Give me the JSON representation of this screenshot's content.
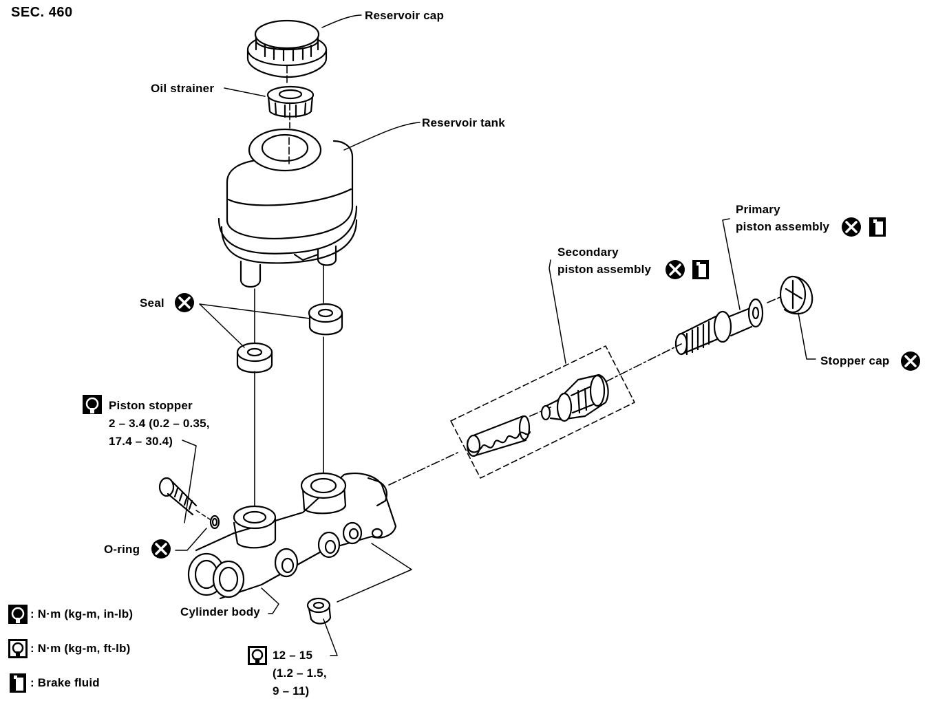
{
  "section": "SEC. 460",
  "parts": {
    "reservoir_cap": "Reservoir cap",
    "oil_strainer": "Oil strainer",
    "reservoir_tank": "Reservoir tank",
    "seal": "Seal",
    "piston_stopper": "Piston stopper",
    "piston_stopper_torque_1": "2 – 3.4 (0.2 – 0.35,",
    "piston_stopper_torque_2": "17.4 – 30.4)",
    "o_ring": "O-ring",
    "cylinder_body": "Cylinder body",
    "secondary_piston_1": "Secondary",
    "secondary_piston_2": "piston assembly",
    "primary_piston_1": "Primary",
    "primary_piston_2": "piston assembly",
    "stopper_cap": "Stopper cap",
    "nut_torque_1": "12 – 15",
    "nut_torque_2": "(1.2 – 1.5,",
    "nut_torque_3": "9 – 11)"
  },
  "legend": {
    "in_lb": ": N·m (kg-m, in-lb)",
    "ft_lb": ": N·m (kg-m, ft-lb)",
    "brake_fluid": ": Brake fluid"
  },
  "symbols": {
    "do_not_reuse": "do-not-reuse-icon",
    "brake_fluid": "brake-fluid-icon",
    "torque_in_lb": "torque-in-lb-icon",
    "torque_ft_lb": "torque-ft-lb-icon"
  }
}
